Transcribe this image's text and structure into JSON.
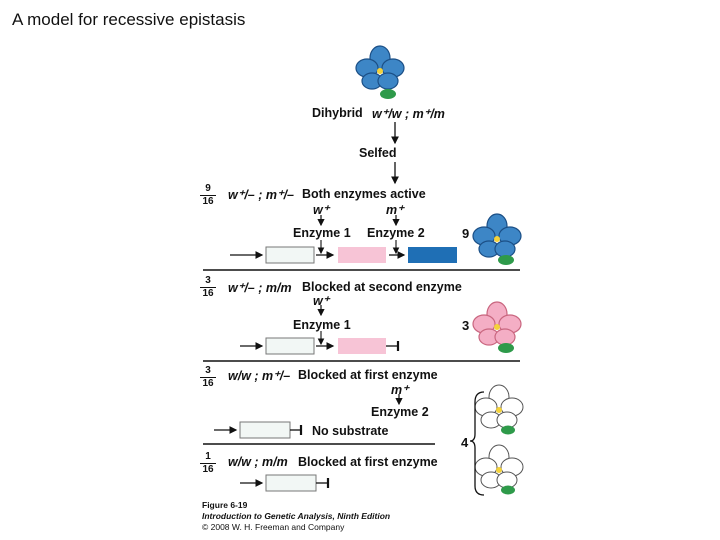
{
  "slide": {
    "title": "A model for recessive epistasis"
  },
  "top": {
    "dihybrid_label": "Dihybrid",
    "dihybrid_genotype": "w⁺/w ; m⁺/m",
    "selfed_label": "Selfed"
  },
  "classes": [
    {
      "numerator": "9",
      "denominator": "16",
      "genotype": "w⁺/– ; m⁺/–",
      "description": "Both enzymes active",
      "count": "9",
      "flower_color": "blue"
    },
    {
      "numerator": "3",
      "denominator": "16",
      "genotype": "w⁺/– ; m/m",
      "description": "Blocked at second enzyme",
      "count": "3",
      "flower_color": "pink"
    },
    {
      "numerator": "3",
      "denominator": "16",
      "genotype": "w/w ; m⁺/–",
      "description": "Blocked at first enzyme",
      "no_substrate": "No substrate"
    },
    {
      "numerator": "1",
      "denominator": "16",
      "genotype": "w/w ; m/m",
      "description": "Blocked at first enzyme"
    }
  ],
  "white_group_count": "4",
  "genes": {
    "w_plus": "w⁺",
    "m_plus": "m⁺",
    "enzyme1": "Enzyme 1",
    "enzyme2": "Enzyme 2"
  },
  "colors": {
    "blue_pigment": "#1f6fb5",
    "pink_pigment": "#f7c4d6",
    "colorless_substrate": "#f2f7f5",
    "blue_flower": "#3d86c6",
    "pink_flower": "#f4aec5",
    "white_flower": "#ffffff",
    "leaf": "#2e9a4a"
  },
  "caption": {
    "figure": "Figure 6-19",
    "book": "Introduction to Genetic Analysis, Ninth Edition",
    "copyright": "© 2008 W. H. Freeman and Company"
  }
}
